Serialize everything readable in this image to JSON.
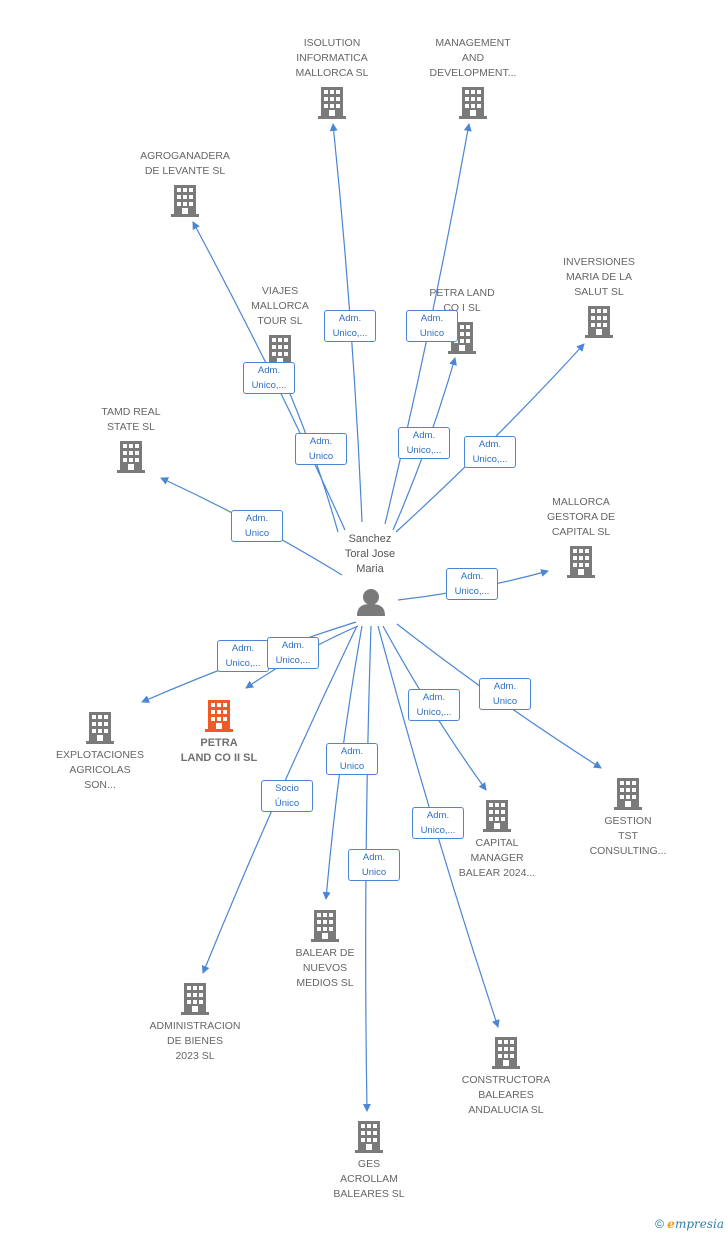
{
  "center": {
    "name": "Sanchez Toral Jose Maria",
    "lines": [
      "Sanchez",
      "Toral Jose",
      "Maria"
    ]
  },
  "nodes": [
    {
      "id": "isolution",
      "lines": [
        "ISOLUTION",
        "INFORMATICA",
        "MALLORCA SL"
      ]
    },
    {
      "id": "management",
      "lines": [
        "MANAGEMENT",
        "AND",
        "DEVELOPMENT..."
      ]
    },
    {
      "id": "agroganadera",
      "lines": [
        "AGROGANADERA",
        "DE LEVANTE  SL"
      ]
    },
    {
      "id": "inversiones",
      "lines": [
        "INVERSIONES",
        "MARIA DE LA",
        "SALUT  SL"
      ]
    },
    {
      "id": "viajes",
      "lines": [
        "VIAJES",
        "MALLORCA",
        "TOUR  SL"
      ]
    },
    {
      "id": "petra1",
      "lines": [
        "PETRA LAND",
        "CO I  SL"
      ]
    },
    {
      "id": "tamd",
      "lines": [
        "TAMD REAL",
        "STATE  SL"
      ]
    },
    {
      "id": "mallorca-gestora",
      "lines": [
        "MALLORCA",
        "GESTORA DE",
        "CAPITAL  SL"
      ]
    },
    {
      "id": "explotaciones",
      "lines": [
        "EXPLOTACIONES",
        "AGRICOLAS",
        "SON..."
      ]
    },
    {
      "id": "petra2",
      "lines": [
        "PETRA",
        "LAND CO II  SL"
      ],
      "highlight": true
    },
    {
      "id": "gestion-tst",
      "lines": [
        "GESTION",
        "TST",
        "CONSULTING..."
      ]
    },
    {
      "id": "capital-manager",
      "lines": [
        "CAPITAL",
        "MANAGER",
        "BALEAR 2024..."
      ]
    },
    {
      "id": "balear-nuevos",
      "lines": [
        "BALEAR DE",
        "NUEVOS",
        "MEDIOS  SL"
      ]
    },
    {
      "id": "administracion",
      "lines": [
        "ADMINISTRACION",
        "DE BIENES",
        "2023  SL"
      ]
    },
    {
      "id": "constructora",
      "lines": [
        "CONSTRUCTORA",
        "BALEARES",
        "ANDALUCIA  SL"
      ]
    },
    {
      "id": "ges-acrollam",
      "lines": [
        "GES",
        "ACROLLAM",
        "BALEARES SL"
      ]
    }
  ],
  "edges": [
    {
      "to": "isolution",
      "lines": [
        "Adm.",
        "Unico,..."
      ]
    },
    {
      "to": "management",
      "lines": [
        "Adm.",
        "Unico"
      ]
    },
    {
      "to": "agroganadera",
      "lines": [
        "Adm.",
        "Unico,..."
      ]
    },
    {
      "to": "viajes",
      "lines": [
        "Adm.",
        "Unico"
      ]
    },
    {
      "to": "petra1",
      "lines": [
        "Adm.",
        "Unico,..."
      ]
    },
    {
      "to": "inversiones",
      "lines": [
        "Adm.",
        "Unico,..."
      ]
    },
    {
      "to": "tamd",
      "lines": [
        "Adm.",
        "Unico"
      ]
    },
    {
      "to": "mallorca-gestora",
      "lines": [
        "Adm.",
        "Unico,..."
      ]
    },
    {
      "to": "explotaciones",
      "lines": [
        "Adm.",
        "Unico,..."
      ]
    },
    {
      "to": "petra2",
      "lines": [
        "Adm.",
        "Unico,..."
      ]
    },
    {
      "to": "gestion-tst",
      "lines": [
        "Adm.",
        "Unico"
      ]
    },
    {
      "to": "capital-manager",
      "lines": [
        "Adm.",
        "Unico,..."
      ]
    },
    {
      "to": "balear-nuevos",
      "lines": [
        "Adm.",
        "Unico"
      ]
    },
    {
      "to": "administracion",
      "lines": [
        "Socio",
        "Único"
      ]
    },
    {
      "to": "constructora",
      "lines": [
        "Adm.",
        "Unico,..."
      ]
    },
    {
      "to": "ges-acrollam",
      "lines": [
        "Adm.",
        "Unico"
      ]
    }
  ],
  "colors": {
    "edge": "#4a86d3",
    "building": "#7a7a7a",
    "highlight": "#f05a28",
    "person": "#7a7a7a"
  },
  "footer": {
    "copyright": "©",
    "brand_initial": "e",
    "brand_rest": "mpresia"
  }
}
